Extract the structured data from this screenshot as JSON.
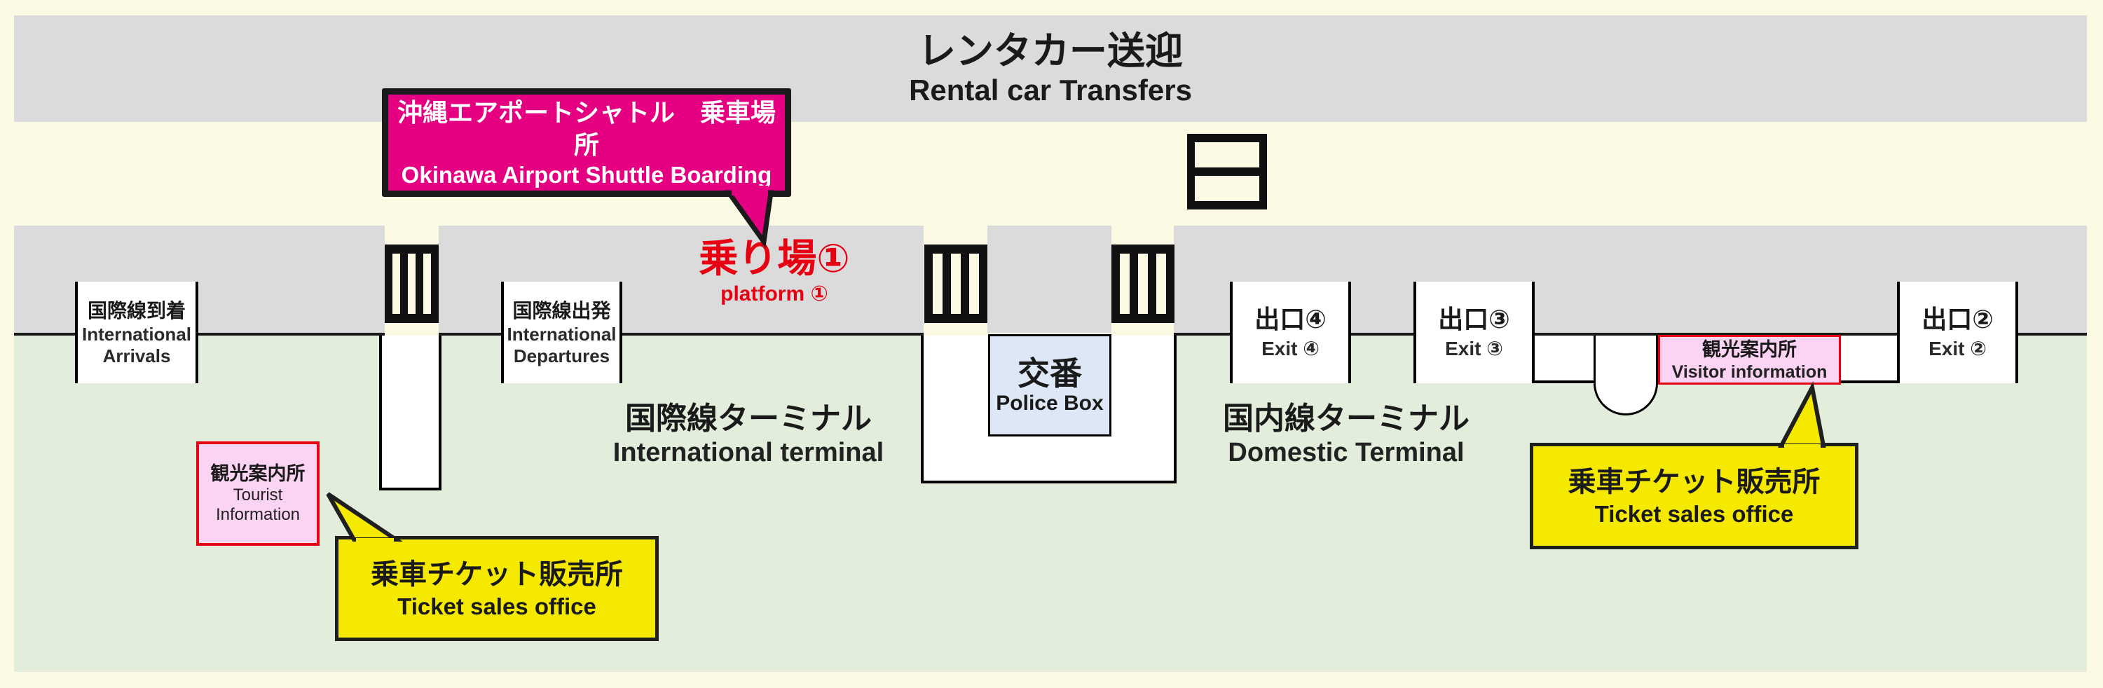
{
  "rental_area": {
    "jp": "レンタカー送迎",
    "en": "Rental car Transfers"
  },
  "shuttle_callout": {
    "jp": "沖縄エアポートシャトル　乗車場所",
    "en": "Okinawa Airport Shuttle Boarding"
  },
  "platform": {
    "jp": "乗り場①",
    "en": "platform ①"
  },
  "label_boxes": [
    {
      "id": "international-arrivals",
      "jp": "国際線到着",
      "en1": "International",
      "en2": "Arrivals"
    },
    {
      "id": "international-departures",
      "jp": "国際線出発",
      "en1": "International",
      "en2": "Departures"
    },
    {
      "id": "exit-4",
      "jp": "出口④",
      "en1": "Exit ④",
      "en2": ""
    },
    {
      "id": "exit-3",
      "jp": "出口③",
      "en1": "Exit ③",
      "en2": ""
    },
    {
      "id": "exit-2",
      "jp": "出口②",
      "en1": "Exit ②",
      "en2": ""
    }
  ],
  "police_box": {
    "jp": "交番",
    "en": "Police Box"
  },
  "terminals": {
    "international": {
      "jp": "国際線ターミナル",
      "en": "International terminal"
    },
    "domestic": {
      "jp": "国内線ターミナル",
      "en": "Domestic Terminal"
    }
  },
  "tourist_info_left": {
    "jp": "観光案内所",
    "en1": "Tourist",
    "en2": "Information"
  },
  "visitor_info_right": {
    "jp": "観光案内所",
    "en": "Visitor information"
  },
  "ticket_office_left": {
    "jp": "乗車チケット販売所",
    "en": "Ticket sales office"
  },
  "ticket_office_right": {
    "jp": "乗車チケット販売所",
    "en": "Ticket sales office"
  },
  "colors": {
    "background_cream": "#FCFAE5",
    "road_gray": "#DBDBDB",
    "terminal_green": "#E2EEDB",
    "shuttle_magenta": "#E50082",
    "ticket_yellow": "#F5E900",
    "info_pink": "#FBD3F3",
    "info_red_border": "#E60012",
    "police_blue": "#DEE7F5",
    "platform_red": "#E60012",
    "line_black": "#1a1a1a"
  }
}
